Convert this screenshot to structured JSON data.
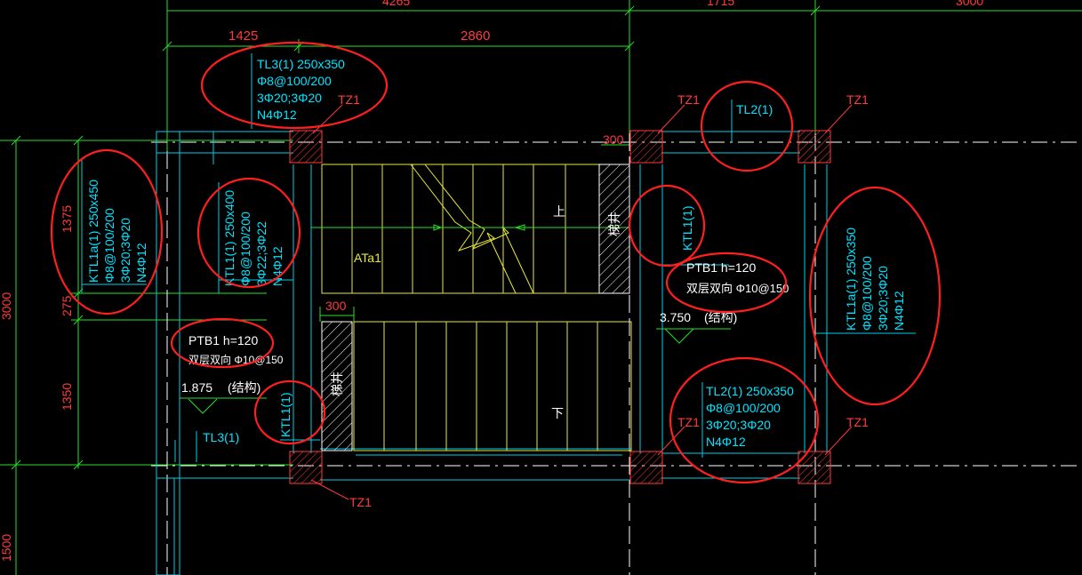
{
  "dimensions": {
    "top_partial_1": "4265",
    "top_partial_2": "1715",
    "top_partial_3": "3000",
    "top_a": "1425",
    "top_b": "2860",
    "left_1": "1375",
    "left_2": "275",
    "left_3": "1350",
    "left_total": "3000",
    "left_bottom": "1500",
    "landing_w_top": "300",
    "landing_w_mid": "300"
  },
  "beams": {
    "tl3_top": [
      "TL3(1) 250x350",
      "Φ8@100/200",
      "3Φ20;3Φ20",
      "N4Φ12"
    ],
    "ktl1a_left": [
      "KTL1a(1) 250x450",
      "Φ8@100/200",
      "3Φ20;3Φ20",
      "N4Φ12"
    ],
    "ktl1_inner": [
      "KTL1(1) 250x400",
      "Φ8@100/200",
      "3Φ22;3Φ22",
      "N4Φ12"
    ],
    "ktl1a_right": [
      "KTL1a(1) 250x350",
      "Φ8@100/200",
      "3Φ20;3Φ20",
      "N4Φ12"
    ],
    "tl2_bottom": [
      "TL2(1) 250x350",
      "Φ8@100/200",
      "3Φ20;3Φ20",
      "N4Φ12"
    ],
    "tl2_top": "TL2(1)",
    "ktl1_right_small": "KTL1(1)",
    "ktl1_mid_small": "KTL1(1)",
    "tl3_small": "TL3(1)"
  },
  "slabs": {
    "ptb1_right_1": "PTB1 h=120",
    "ptb1_right_2": "双层双向 Φ10@150",
    "ptb1_right_elev": "3.750",
    "ptb1_right_note": "(结构)",
    "ptb1_left_1": "PTB1 h=120",
    "ptb1_left_2": "双层双向 Φ10@150",
    "ptb1_left_elev": "1.875",
    "ptb1_left_note": "(结构)"
  },
  "stair": {
    "flight": "ATa1",
    "up": "上",
    "down": "下",
    "wall_label": "梯井"
  },
  "columns": {
    "label": "TZ1"
  },
  "colors": {
    "cyan": "#00e5ff",
    "green": "#27e027",
    "yellow": "#e8e83c",
    "red": "#ff2a2a",
    "white": "#ffffff",
    "background": "#000000"
  }
}
